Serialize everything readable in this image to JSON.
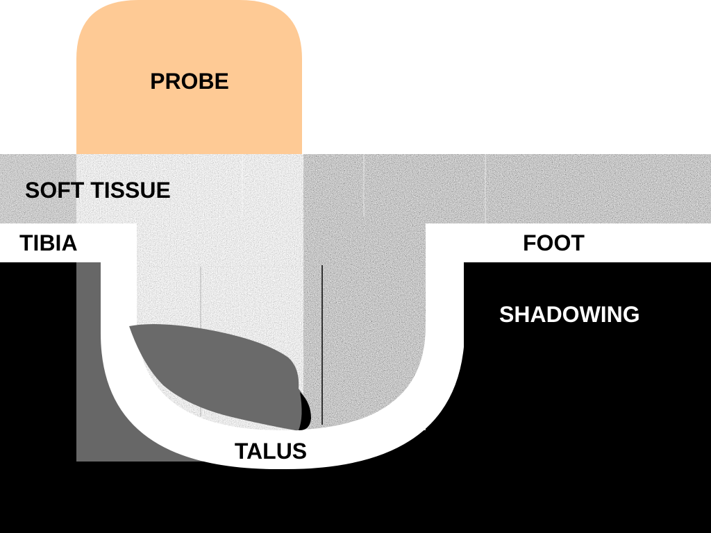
{
  "labels": {
    "probe": "PROBE",
    "soft_tissue": "SOFT TISSUE",
    "tibia": "TIBIA",
    "foot": "FOOT",
    "shadowing": "SHADOWING",
    "talus": "TALUS"
  },
  "colors": {
    "probe": "#FECA95",
    "shadow_black": "#000000",
    "bone_white": "#FFFFFF",
    "acoustic_shadow_gray": "#676767",
    "fluid_gray": "#6A6A6A",
    "label_dark": "#000000",
    "label_light": "#FFFFFF"
  }
}
